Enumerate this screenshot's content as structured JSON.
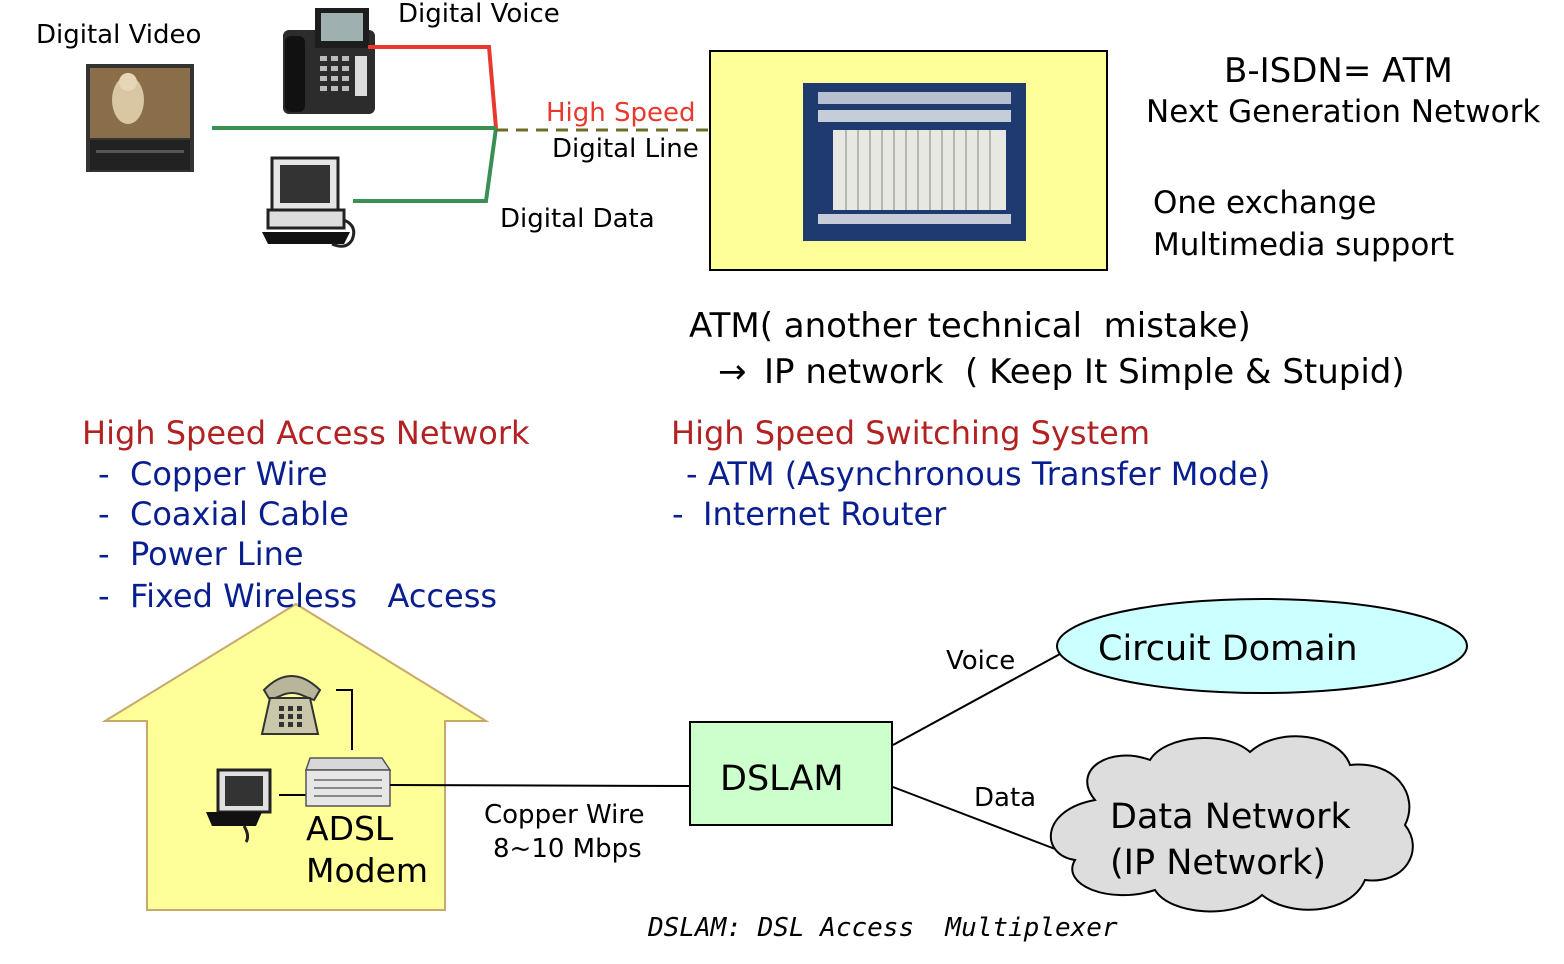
{
  "top": {
    "label_video": "Digital Video",
    "label_voice": "Digital Voice",
    "label_high_speed": "High Speed",
    "label_digital_line": "Digital Line",
    "label_digital_data": "Digital Data",
    "bisdn": "B-ISDN= ATM",
    "next_gen": "Next Generation Network",
    "one_exchange": "One exchange",
    "multimedia": "Multimedia support",
    "atm_line": "ATM( another technical  mistake)",
    "arrow": "→",
    "ip_line": "IP network  ( Keep It Simple & Stupid)"
  },
  "access": {
    "heading": "High Speed Access Network",
    "items": [
      "Copper Wire",
      "Coaxial Cable",
      "Power Line",
      "Fixed Wireless   Access"
    ]
  },
  "switching": {
    "heading": "High Speed Switching System",
    "items": [
      "ATM (Asynchronous Transfer Mode)",
      "Internet Router"
    ]
  },
  "bottom": {
    "adsl_1": "ADSL",
    "adsl_2": "Modem",
    "copper_1": "Copper Wire",
    "copper_2": "8~10 Mbps",
    "dslam": "DSLAM",
    "voice": "Voice",
    "data": "Data",
    "circuit": "Circuit Domain",
    "datanet_1": "Data Network",
    "datanet_2": "(IP Network)",
    "footnote": "DSLAM: DSL Access  Multiplexer"
  },
  "colors": {
    "box_yellow": "#ffff99",
    "house_yellow": "#ffff99",
    "dslam_green": "#ccffcc",
    "ellipse_blue": "#ccffff",
    "cloud_gray": "#dddddd",
    "line_red": "#e8392f",
    "line_green": "#3a8f52",
    "line_dashed": "#6b6b2a",
    "heading_red": "#b22222",
    "item_navy": "#0a1f8f"
  }
}
